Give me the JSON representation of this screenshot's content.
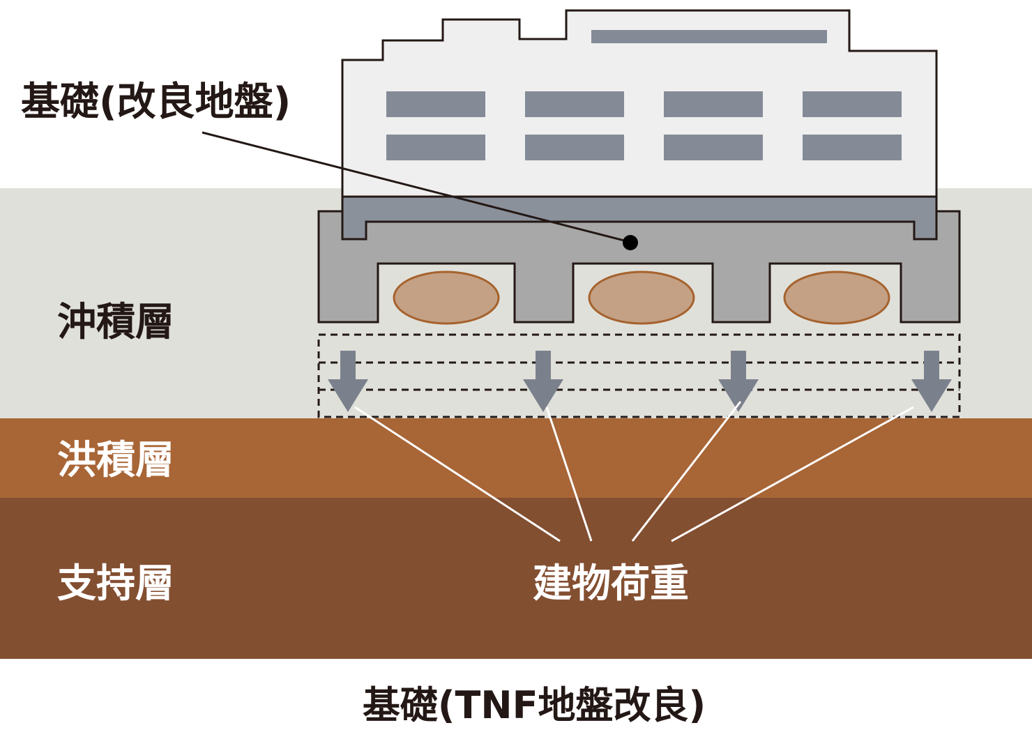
{
  "labels": {
    "foundation_callout": "基礎(改良地盤)",
    "alluvial_layer": "沖積層",
    "diluvial_layer": "洪積層",
    "bearing_layer": "支持層",
    "building_load": "建物荷重",
    "caption": "基礎(TNF地盤改良)"
  },
  "colors": {
    "alluvial": "#e0e0da",
    "diluvial": "#a86536",
    "bearing": "#834f31",
    "building_fill": "#efefef",
    "window": "#848a96",
    "foundation": "#a8a8a8",
    "beam": "#8b919b",
    "soil_block": "#c4a185",
    "arrow": "#7b818c",
    "dark_text": "#231815",
    "light_text": "#ffffff"
  }
}
